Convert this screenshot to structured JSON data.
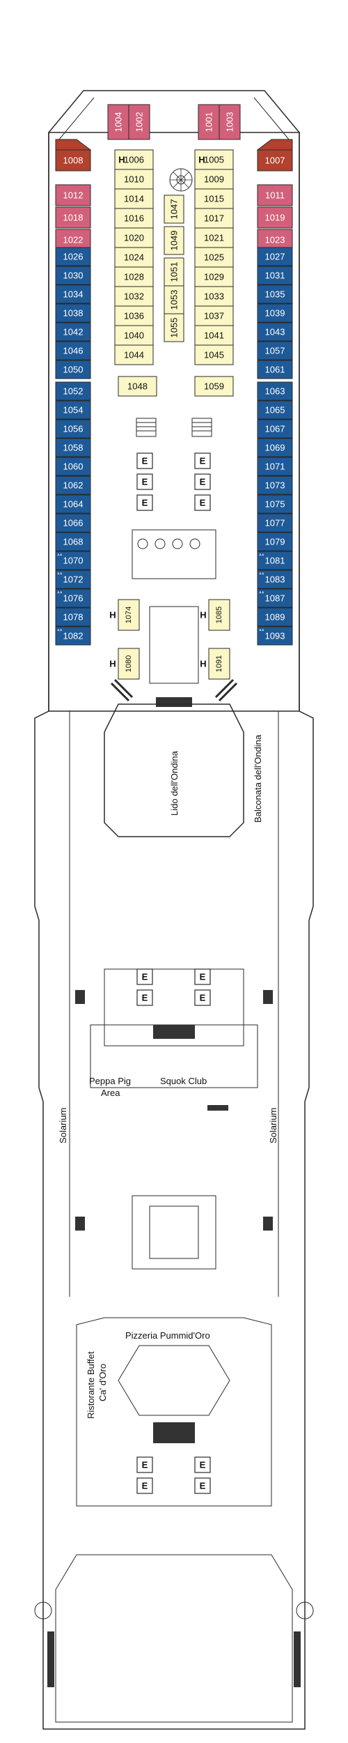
{
  "colors": {
    "outline": "#2a2a2a",
    "cabin_blue": "#1f5a98",
    "cabin_red": "#b2412e",
    "cabin_pink": "#d2607a",
    "cabin_yellow": "#fbf7c6",
    "cabin_text_light": "#ffffff",
    "cabin_text_dark": "#111111"
  },
  "legend_glyphs": {
    "accessible": "H",
    "elevator": "E",
    "accessible_markers": "ᐞᐞ"
  },
  "cabins": {
    "bow_pink": [
      "1004",
      "1002",
      "1001",
      "1003"
    ],
    "port_red": [
      "1008"
    ],
    "port_pink": [
      "1012",
      "1018",
      "1022"
    ],
    "port_blue": [
      "1026",
      "1030",
      "1034",
      "1038",
      "1042",
      "1046",
      "1050",
      "1052",
      "1054",
      "1056",
      "1058",
      "1060",
      "1062",
      "1064",
      "1066",
      "1068",
      "1070",
      "1072",
      "1076",
      "1078",
      "1082"
    ],
    "starboard_red": [
      "1007"
    ],
    "starboard_pink": [
      "1011",
      "1019",
      "1023"
    ],
    "starboard_blue": [
      "1027",
      "1031",
      "1035",
      "1039",
      "1043",
      "1057",
      "1061",
      "1063",
      "1065",
      "1067",
      "1069",
      "1071",
      "1073",
      "1075",
      "1077",
      "1079",
      "1081",
      "1083",
      "1087",
      "1089",
      "1093"
    ],
    "inner_left": [
      "1006",
      "1010",
      "1014",
      "1016",
      "1020",
      "1024",
      "1028",
      "1032",
      "1036",
      "1040",
      "1044"
    ],
    "inner_right": [
      "1005",
      "1009",
      "1015",
      "1017",
      "1021",
      "1025",
      "1029",
      "1033",
      "1037",
      "1041",
      "1045"
    ],
    "center": [
      "1047",
      "1049",
      "1051",
      "1053",
      "1055"
    ],
    "lower_inner": [
      "1048",
      "1059"
    ],
    "accessible_small": [
      "1074",
      "1085",
      "1080",
      "1091"
    ],
    "accessible_marked": [
      "1070",
      "1072",
      "1076",
      "1082",
      "1081",
      "1083",
      "1087",
      "1093"
    ]
  },
  "areas": {
    "lido": "Lido dell'Ondina",
    "balconata": "Balconata dell'Ondina",
    "squok": "Squok Club",
    "peppa_line1": "Peppa Pig",
    "peppa_line2": "Area",
    "solarium_left": "Solarium",
    "solarium_right": "Solarium",
    "pizzeria": "Pizzeria Pummid'Oro",
    "ristorante_line1": "Ristorante Buffet",
    "ristorante_line2": "Ca' d'Oro"
  }
}
